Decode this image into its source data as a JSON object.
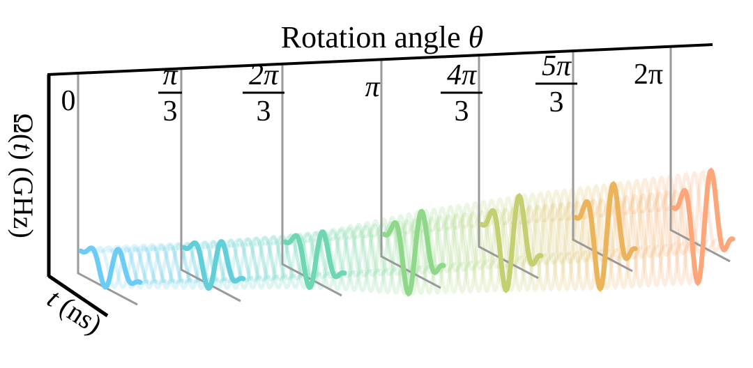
{
  "figure": {
    "title_main": "Rotation angle ",
    "title_symbol": "θ",
    "yaxis": {
      "omega": "Ω(",
      "t": "t",
      "rest": ") (GHz)"
    },
    "xaxis": {
      "t": "t",
      "rest": " (ns)"
    }
  },
  "chart_data": {
    "type": "line",
    "title": "Rotation angle θ",
    "ylabel": "Ω(t) (GHz)",
    "xlabel": "t (ns)",
    "depth_axis_label": "Rotation angle θ",
    "angles": [
      {
        "label": "0",
        "value": 0
      },
      {
        "label": "π/3",
        "value": 1.0472
      },
      {
        "label": "2π/3",
        "value": 2.0944
      },
      {
        "label": "π",
        "value": 3.1416
      },
      {
        "label": "4π/3",
        "value": 4.1888
      },
      {
        "label": "5π/3",
        "value": 5.236
      },
      {
        "label": "2π",
        "value": 6.2832
      }
    ],
    "relative_amplitude": [
      0.3,
      0.36,
      0.42,
      0.6,
      0.68,
      0.75,
      0.8
    ],
    "colors": [
      "#6cccf6",
      "#62cfd8",
      "#6fd6b4",
      "#8fd88a",
      "#c4cf72",
      "#ebb35a",
      "#fca67a"
    ],
    "ticks": [
      {
        "type": "plain",
        "text": "0"
      },
      {
        "type": "frac",
        "num": "π",
        "den": "3"
      },
      {
        "type": "frac",
        "num": "2π",
        "den": "3"
      },
      {
        "type": "italic",
        "text": "π"
      },
      {
        "type": "frac",
        "num": "4π",
        "den": "3"
      },
      {
        "type": "frac",
        "num": "5π",
        "den": "3"
      },
      {
        "type": "plain",
        "text": "2π"
      }
    ]
  }
}
